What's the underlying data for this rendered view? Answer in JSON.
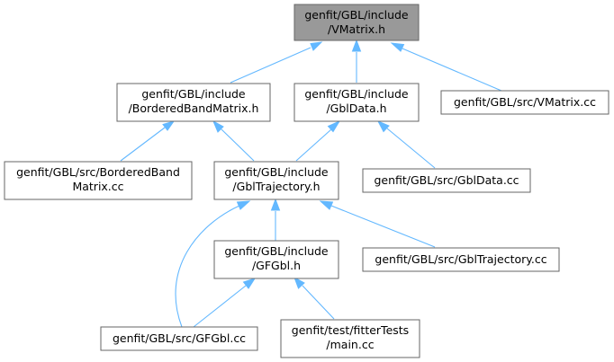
{
  "colors": {
    "edge": "#63b8ff",
    "highlight_fill": "#999999",
    "node_fill": "#ffffff",
    "node_border": "#666666"
  },
  "nodes": {
    "vmatrix_h": {
      "line1": "genfit/GBL/include",
      "line2": "/VMatrix.h"
    },
    "bordered_h": {
      "line1": "genfit/GBL/include",
      "line2": "/BorderedBandMatrix.h"
    },
    "gbldata_h": {
      "line1": "genfit/GBL/include",
      "line2": "/GblData.h"
    },
    "vmatrix_cc": {
      "line1": "genfit/GBL/src/VMatrix.cc"
    },
    "bordered_cc": {
      "line1": "genfit/GBL/src/BorderedBand",
      "line2": "Matrix.cc"
    },
    "gbltraj_h": {
      "line1": "genfit/GBL/include",
      "line2": "/GblTrajectory.h"
    },
    "gbldata_cc": {
      "line1": "genfit/GBL/src/GblData.cc"
    },
    "gfgbl_h": {
      "line1": "genfit/GBL/include",
      "line2": "/GFGbl.h"
    },
    "gbltraj_cc": {
      "line1": "genfit/GBL/src/GblTrajectory.cc"
    },
    "gfgbl_cc": {
      "line1": "genfit/GBL/src/GFGbl.cc"
    },
    "main_cc": {
      "line1": "genfit/test/fitterTests",
      "line2": "/main.cc"
    }
  }
}
